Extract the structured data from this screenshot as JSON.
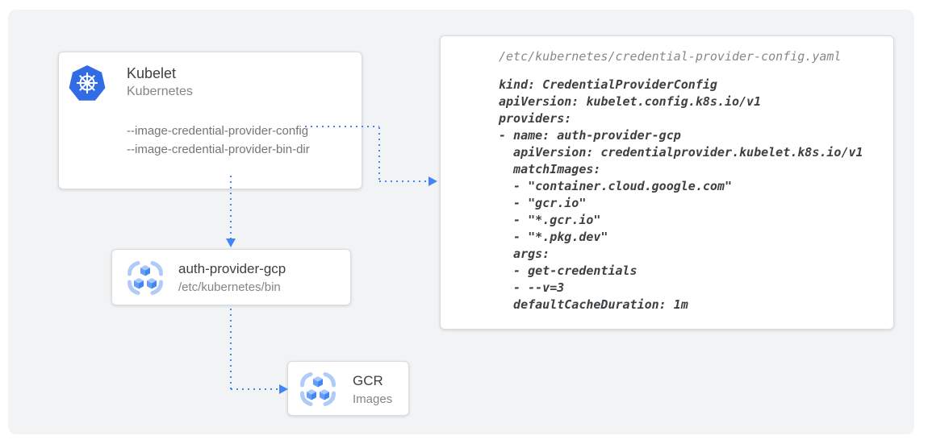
{
  "colors": {
    "accent_blue": "#4285f4",
    "kubernetes_blue": "#326ce5",
    "panel_background": "#f1f3f4"
  },
  "kubelet_card": {
    "title": "Kubelet",
    "subtitle": "Kubernetes",
    "icon": "kubernetes-helm-wheel",
    "flags": {
      "config": "--image-credential-provider-config",
      "bin_dir": "--image-credential-provider-bin-dir"
    }
  },
  "auth_provider_card": {
    "title": "auth-provider-gcp",
    "subtitle": "/etc/kubernetes/bin",
    "icon": "gcr-cubes"
  },
  "gcr_card": {
    "title": "GCR",
    "subtitle": "Images",
    "icon": "gcr-cubes"
  },
  "config_file_card": {
    "file_path": "/etc/kubernetes/credential-provider-config.yaml",
    "yaml_code": "kind: CredentialProviderConfig\napiVersion: kubelet.config.k8s.io/v1\nproviders:\n- name: auth-provider-gcp\n  apiVersion: credentialprovider.kubelet.k8s.io/v1\n  matchImages:\n  - \"container.cloud.google.com\"\n  - \"gcr.io\"\n  - \"*.gcr.io\"\n  - \"*.pkg.dev\"\n  args:\n  - get-credentials\n  - --v=3\n  defaultCacheDuration: 1m"
  }
}
